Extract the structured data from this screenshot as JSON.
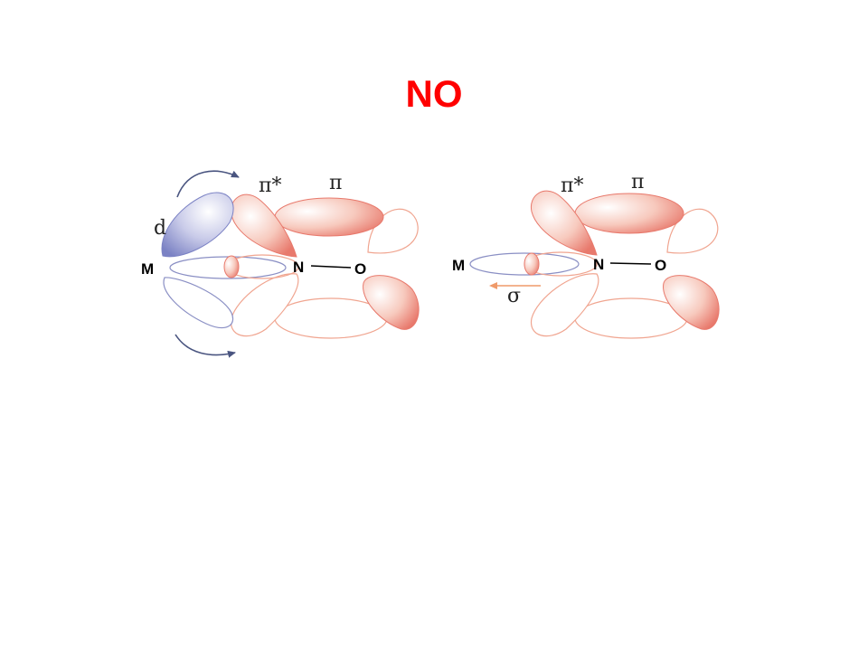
{
  "title": {
    "text": "NO",
    "color": "#ff0000"
  },
  "colors": {
    "pi_orbital": "#e8796c",
    "pi_outline": "#f0a590",
    "d_orbital": "#7b82c4",
    "d_outline": "#8a8fc4",
    "arrow_blue": "#4a5580",
    "arrow_orange": "#ef9a6a"
  },
  "left_diagram": {
    "label_d": "d",
    "label_pi_star": "π*",
    "label_pi": "π",
    "label_M": "M",
    "label_N": "N",
    "label_O": "O"
  },
  "right_diagram": {
    "label_pi_star": "π*",
    "label_pi": "π",
    "label_M": "M",
    "label_N": "N",
    "label_O": "O",
    "label_sigma": "σ"
  }
}
